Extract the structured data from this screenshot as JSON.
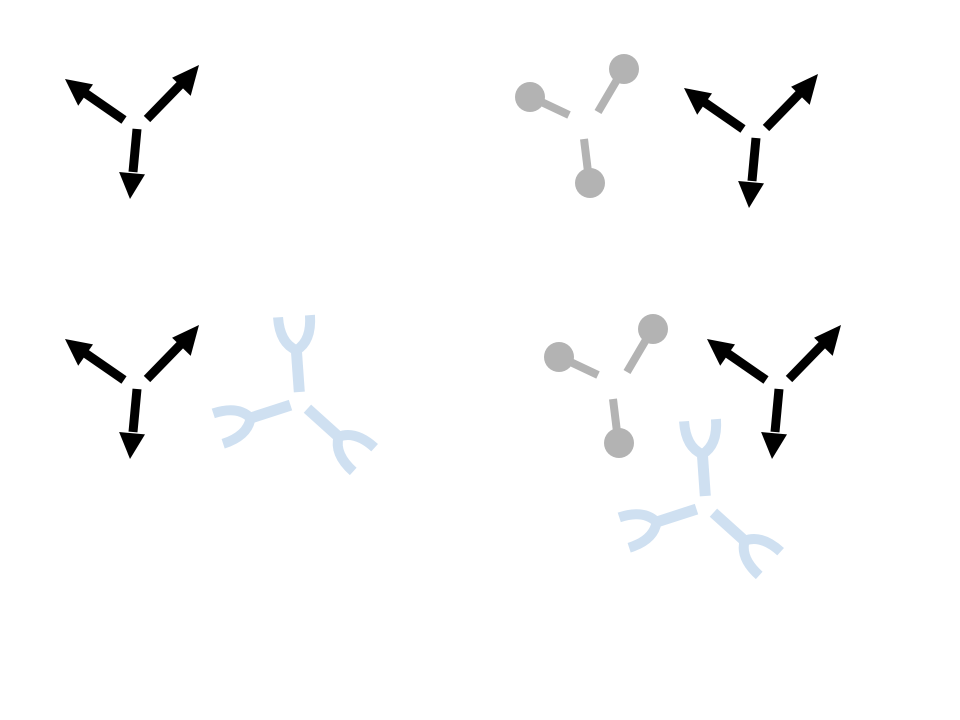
{
  "colors": {
    "background": "#ffffff",
    "arrow": "#000000",
    "ball_stick": "#b3b3b3",
    "receptor": "#cfe0f1"
  },
  "panels": [
    {
      "name": "panel-top-left",
      "glyphs": [
        {
          "kind": "arrow-triad",
          "icon": "three-way-arrow-icon"
        }
      ]
    },
    {
      "name": "panel-top-right",
      "glyphs": [
        {
          "kind": "ball-stick-triad",
          "icon": "ball-and-stick-ligand-icon"
        },
        {
          "kind": "arrow-triad",
          "icon": "three-way-arrow-icon"
        }
      ]
    },
    {
      "name": "panel-bottom-left",
      "glyphs": [
        {
          "kind": "arrow-triad",
          "icon": "three-way-arrow-icon"
        },
        {
          "kind": "receptor-triad",
          "icon": "y-shaped-receptor-icon"
        }
      ]
    },
    {
      "name": "panel-bottom-right",
      "glyphs": [
        {
          "kind": "ball-stick-triad",
          "icon": "ball-and-stick-ligand-icon"
        },
        {
          "kind": "arrow-triad",
          "icon": "three-way-arrow-icon"
        },
        {
          "kind": "receptor-triad",
          "icon": "y-shaped-receptor-icon"
        }
      ]
    }
  ]
}
